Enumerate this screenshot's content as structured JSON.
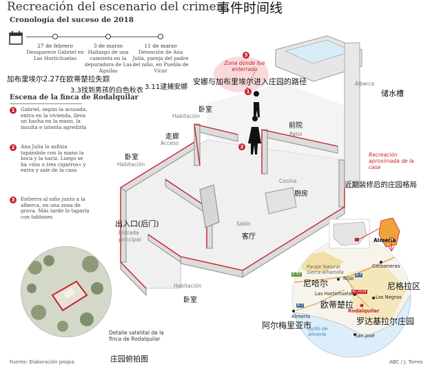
{
  "header": {
    "title": "Recreación del escenario del crimen",
    "title_zh": "事件时间线",
    "subtitle": "Cronología del suceso de 2018"
  },
  "timeline": [
    {
      "date": "27 de febrero",
      "text": "Desaparece Gabriel en Las Hortichuelas"
    },
    {
      "date": "3 de marzo",
      "text": "Hallazgo de una camiseta en la depuradora de Las Águilas"
    },
    {
      "date": "11 de marzo",
      "text": "Detención de Ana Julia, pareja del padre del niño, en Puebla de Vícar"
    }
  ],
  "timeline_zh": {
    "item1": "加布里埃尔2.27在欧蒂楚拉失踪",
    "item2": "3.3找到男孩的白色秋衣",
    "item3": "3.11逮捕安娜"
  },
  "scene": {
    "title": "Escena de la finca de Rodalquilar",
    "steps": [
      {
        "num": "1",
        "text": "Gabriel, según la acusada, entra en la vivienda, lleva un hacha en la mano, la insulta e intenta agredirla"
      },
      {
        "num": "2",
        "text": "Ana Julia lo asfixia tapándole con la mano la boca y la nariz. Luego se ha «dos o tres cigarros» y entra y sale de la casa"
      },
      {
        "num": "3",
        "text": "Entierra al niño junto a la alberca, en una zona de grava. Más tarde lo taparía con tablones"
      }
    ]
  },
  "house": {
    "zone_num": "3",
    "zone_label": "Zona donde fue enterrado",
    "path_zh": "安娜与加布里埃尔进入庄园的路径",
    "marker1": "1",
    "marker2": "2",
    "rooms": [
      {
        "es": "Habitación",
        "zh": "卧室"
      },
      {
        "es": "Acceso",
        "zh": "走廊"
      },
      {
        "es": "Habitación",
        "zh": "卧室"
      },
      {
        "es": "Patio",
        "zh": "前院"
      },
      {
        "es": "Cocina",
        "zh": "厨房"
      },
      {
        "es": "Salón",
        "zh": "客厅"
      },
      {
        "es": "Entrada principal",
        "zh": "出入口(后门)"
      },
      {
        "es": "Habitación",
        "zh": "卧室"
      },
      {
        "es": "Alberca",
        "zh": "储水槽"
      }
    ],
    "recreation_label": "Recreación aproximada de la casa",
    "recreation_zh": "近期装修后的庄园格局"
  },
  "satellite": {
    "caption": "Detalle satelital de la finca de Rodalquilar",
    "caption_zh": "庄园俯拍图"
  },
  "map": {
    "park": "Paraje Natural Sierra Alhamilla",
    "park_zh": "尼哈尔",
    "nijar": "Níjar",
    "carboneras": "Carboneras",
    "carboneras_zh": "尼格拉区",
    "hortichuelas": "Las Hortichuelas",
    "hortichuelas_zh": "欧蒂楚拉",
    "negras": "Las Negras",
    "rodalquilar": "Rodalquilar",
    "rodalquilar_zh": "罗达基拉尔庄园",
    "almeria": "Almería",
    "almeria_zh": "阿尔梅里亚市",
    "gulf": "Golfo de Almería",
    "sanjose": "San José",
    "inset": "Almería",
    "roads": [
      "A-92",
      "A-7",
      "AL-3108",
      "A-7"
    ]
  },
  "footer": {
    "source": "Fuente: Elaboración propia",
    "credit": "ABC / J. Torres"
  },
  "colors": {
    "accent": "#c8202c",
    "wall": "#d9d9d9",
    "floor": "#f1f1f1",
    "sea": "#dcefff"
  }
}
